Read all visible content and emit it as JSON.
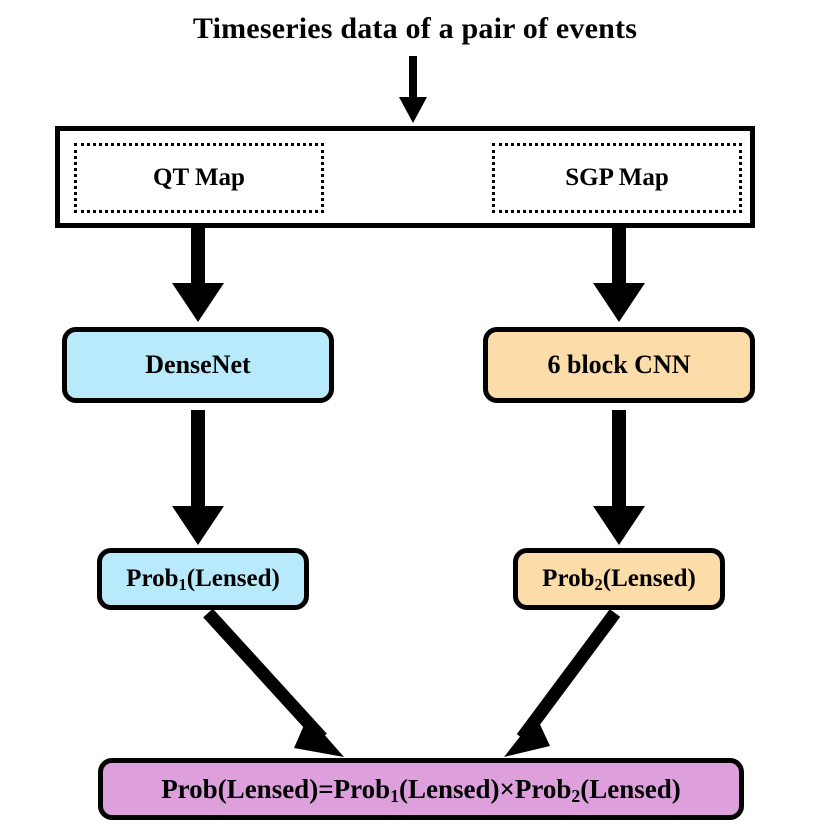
{
  "title": "Timeseries data of a pair of events",
  "input_stage": {
    "maps": [
      {
        "id": "qt-map",
        "label": "QT Map"
      },
      {
        "id": "sgp-map",
        "label": "SGP Map"
      }
    ]
  },
  "models": [
    {
      "id": "densenet",
      "label": "DenseNet",
      "color": "#B8EAFC"
    },
    {
      "id": "six-block-cnn",
      "label": "6 block CNN",
      "color": "#FCDCA8"
    }
  ],
  "outputs": [
    {
      "id": "prob1",
      "prefix": "Prob",
      "subscript": "1",
      "suffix": "(Lensed)",
      "color": "#B8EAFC"
    },
    {
      "id": "prob2",
      "prefix": "Prob",
      "subscript": "2",
      "suffix": "(Lensed)",
      "color": "#FCDCA8"
    }
  ],
  "result": {
    "id": "final-probability",
    "part1": "Prob(Lensed)=Prob",
    "sub1": "1",
    "part2": "(Lensed)×Prob",
    "sub2": "2",
    "part3": "(Lensed)",
    "color": "#DDA0DD"
  },
  "arrows": [
    {
      "id": "arrow-title-to-input",
      "kind": "down-thin"
    },
    {
      "id": "arrow-qt-to-densenet",
      "kind": "down-thick"
    },
    {
      "id": "arrow-sgp-to-cnn",
      "kind": "down-thick"
    },
    {
      "id": "arrow-densenet-to-prob1",
      "kind": "down-thick"
    },
    {
      "id": "arrow-cnn-to-prob2",
      "kind": "down-thick"
    },
    {
      "id": "arrow-prob1-to-result",
      "kind": "diagonal-right"
    },
    {
      "id": "arrow-prob2-to-result",
      "kind": "diagonal-left"
    }
  ],
  "colors": {
    "stroke": "#000000",
    "background": "#ffffff",
    "blue": "#B8EAFC",
    "orange": "#FCDCA8",
    "purple": "#DDA0DD"
  }
}
